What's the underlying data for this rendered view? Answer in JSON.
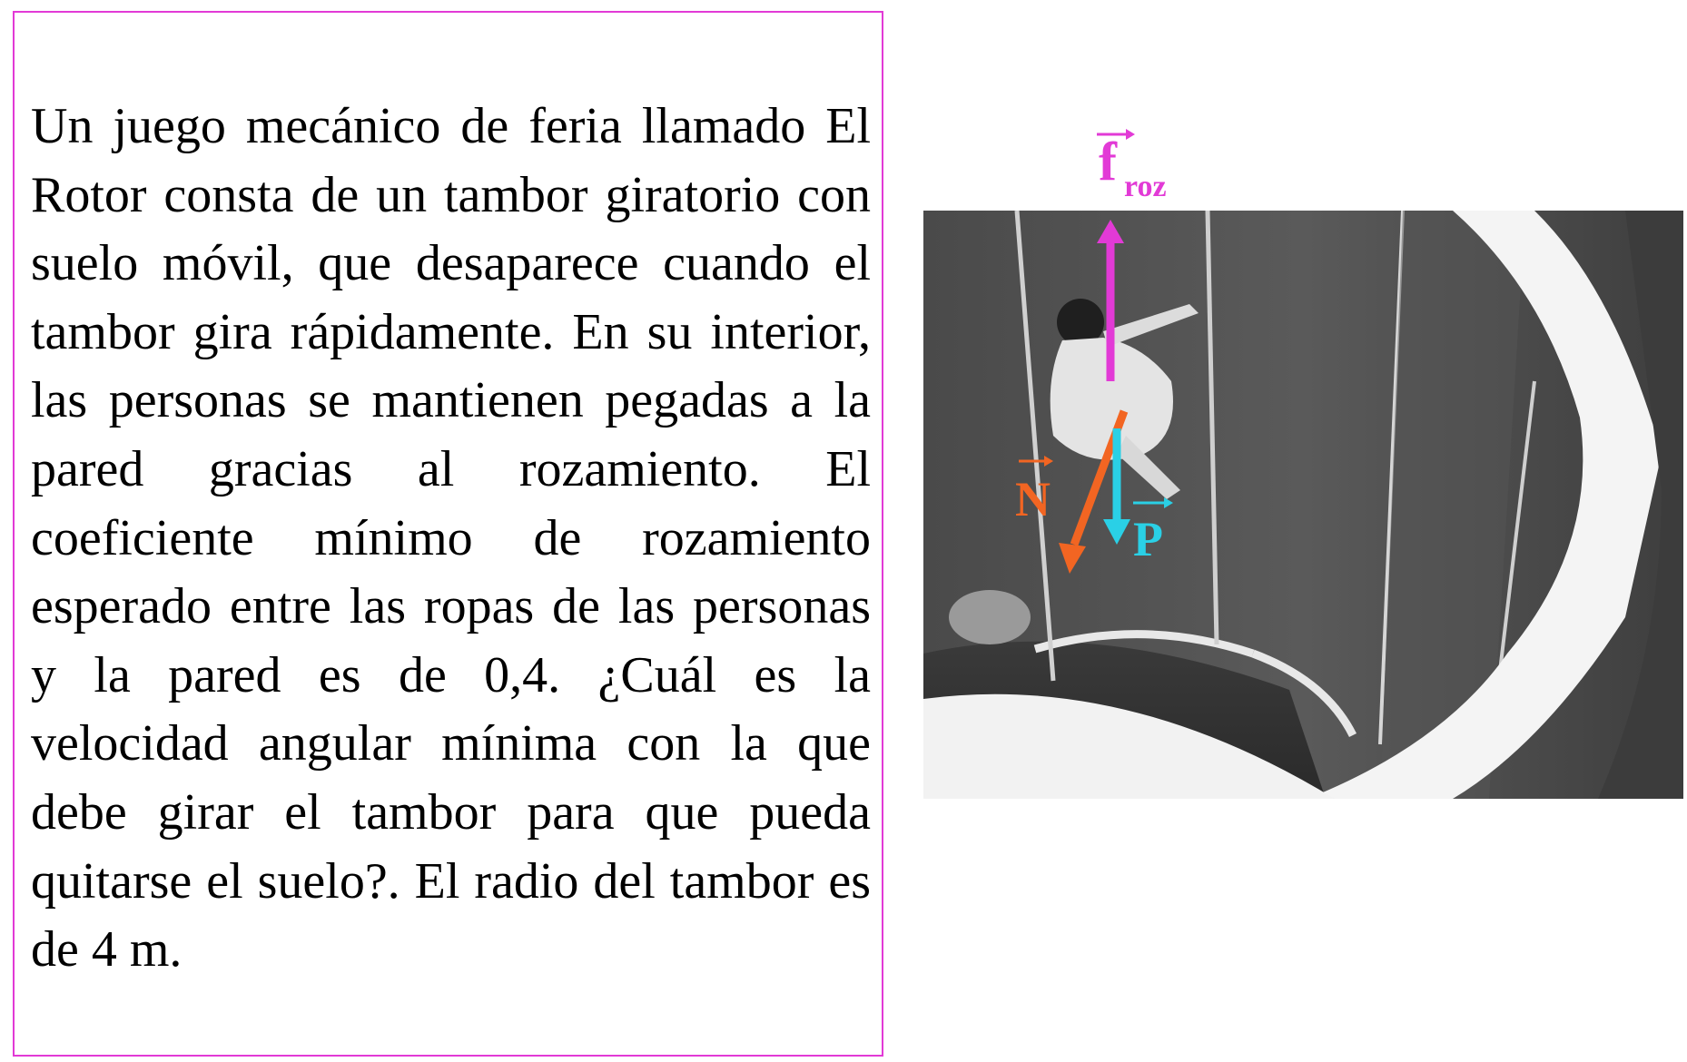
{
  "problem": {
    "text": "Un juego mecánico de feria llamado El Rotor consta de un tambor giratorio con suelo móvil, que desaparece cuando el tambor gira rápidamente. En su interior, las personas se mantienen pegadas a la pared gracias al rozamiento. El coeficiente mínimo de rozamiento esperado entre las ropas de las personas y la pared es de 0,4. ¿Cuál es la velocidad angular mínima con la que debe girar el tambor para que pueda quitarse el suelo?. El radio del tambor es de 4 m."
  },
  "figure": {
    "labels": {
      "friction_main": "f",
      "friction_sub": "roz",
      "normal": "N",
      "weight": "P"
    },
    "colors": {
      "friction": "#e23ad6",
      "normal": "#f26522",
      "weight": "#2ad0e6",
      "border": "#e23ad6"
    }
  }
}
